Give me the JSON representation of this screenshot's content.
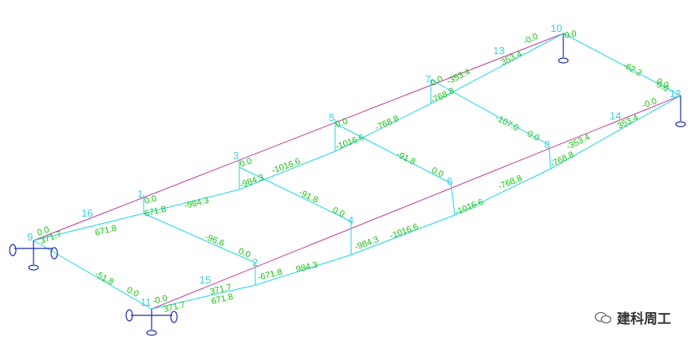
{
  "nodes": [
    "1",
    "2",
    "3",
    "4",
    "5",
    "6",
    "7",
    "8",
    "9",
    "10",
    "11",
    "12",
    "13",
    "14",
    "15",
    "16"
  ],
  "values": [
    "0.0",
    "371.7",
    "671.8",
    "0.0",
    "671.8",
    "-984.3",
    "0.0",
    "-984.3",
    "-1016.6",
    "0.0",
    "-1016.6",
    "-768.8",
    "0.0",
    "-353.4",
    "-768.8",
    "-0.0",
    "353.4",
    "0.0",
    "-51.8",
    "0.0",
    "-0.0",
    "371.7",
    "371.7",
    "671.8",
    "-671.8",
    "984.3",
    "-984.3",
    "-1016.6",
    "-1016.6",
    "-768.8",
    "-768.8",
    "-353.4",
    "353.4",
    "-0.0",
    "0.0",
    "-96.6",
    "0.0",
    "-91.8",
    "0.0",
    "-91.8",
    "0.0",
    "-107.0",
    "0.0",
    "-62.2",
    "0.0"
  ],
  "watermark": "建科周工",
  "colors": {
    "frame": "#19d6e6",
    "beam_magenta": "#c0369a",
    "support": "#1a2aa8",
    "label_node": "#3ccfe0",
    "label_value": "#16c20e"
  }
}
